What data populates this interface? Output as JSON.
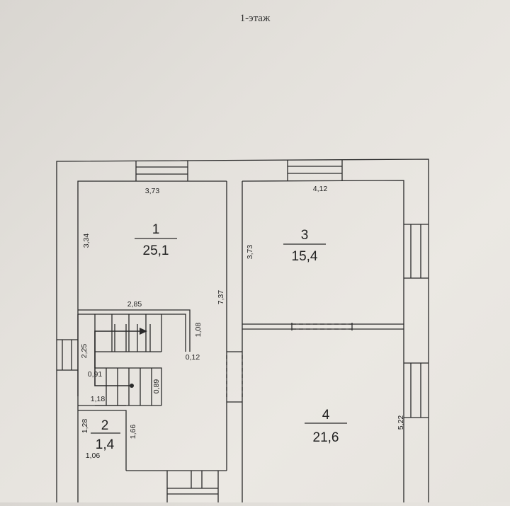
{
  "floor_title": "1-этаж",
  "rooms": [
    {
      "number": "1",
      "area": "25,1"
    },
    {
      "number": "2",
      "area": "1,4"
    },
    {
      "number": "3",
      "area": "15,4"
    },
    {
      "number": "4",
      "area": "21,6"
    }
  ],
  "dimensions": {
    "room1_width": "3,73",
    "room3_width": "4,12",
    "room1_depth": "3,34",
    "room3_depth": "3,73",
    "partition_length": "7,37",
    "stair_width": "2,85",
    "stair_rise": "1,08",
    "stair_post": "0,12",
    "stair_run": "2,25",
    "stair_step": "0,91",
    "landing_width": "1,18",
    "landing_height": "0,89",
    "room2_height": "1,28",
    "room2_side": "1,66",
    "room2_width": "1,06",
    "room4_depth": "5,22"
  },
  "colors": {
    "line": "#2a2a2a",
    "wall_fill": "#e9e6e1",
    "paper": "#e4e1dc"
  }
}
